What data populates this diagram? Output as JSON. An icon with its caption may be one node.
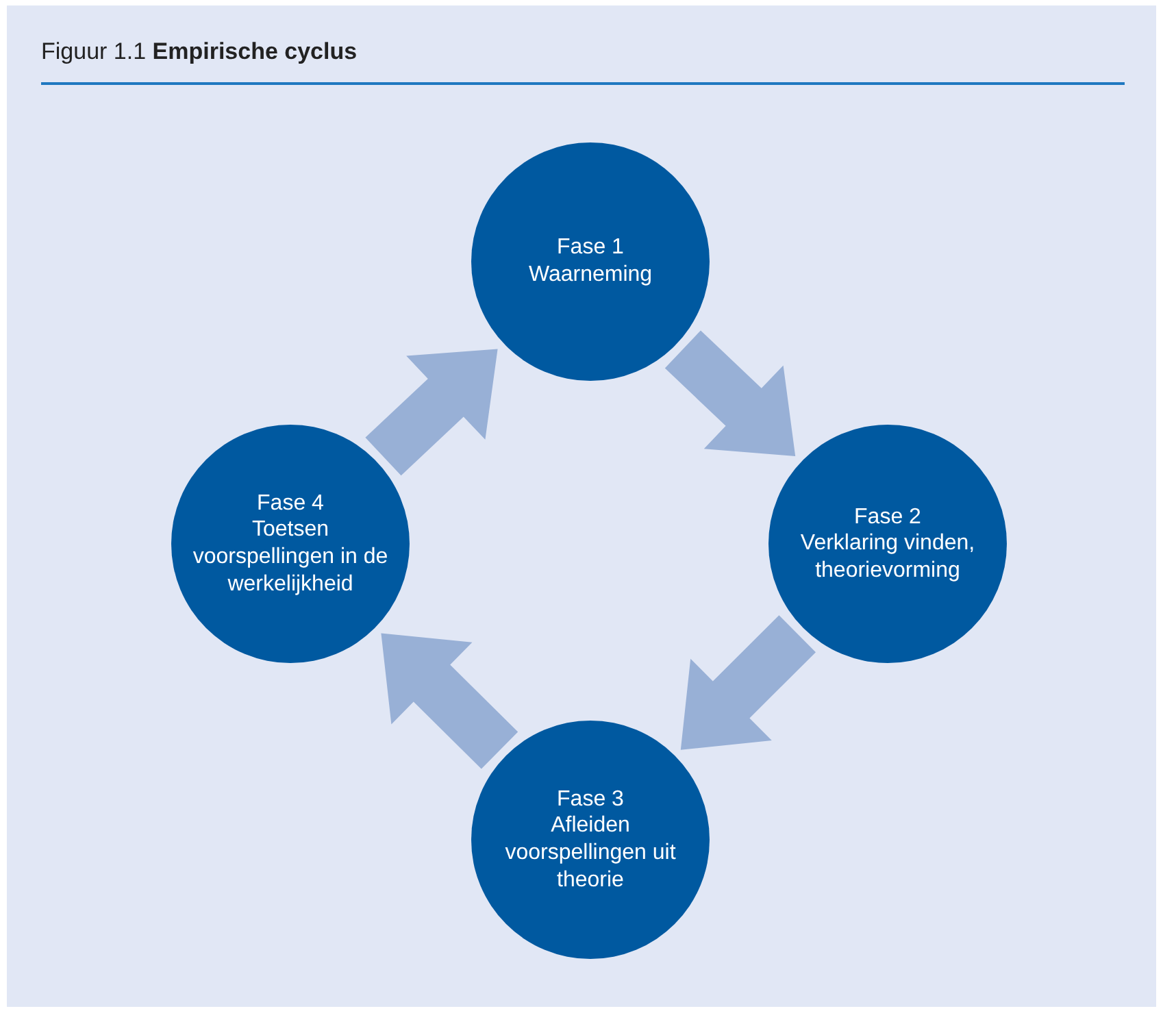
{
  "diagram": {
    "title": "Figuur 1.1 **Empirische cyclus**",
    "nodes": [
      {
        "text": [
          "Fase 1",
          "Waarneming"
        ]
      },
      {
        "text": [
          "Fase 2",
          "Verklaring vinden, theorievorming"
        ]
      },
      {
        "text": [
          "Fase 3",
          "Afleiden voorspellingen uit theorie"
        ]
      },
      {
        "text": [
          "Fase 4",
          "Toetsen voorspellingen in de werkelijkheid"
        ]
      }
    ],
    "edges": [
      {
        "from": 0,
        "to": 1,
        "arrow": "to",
        "style": "thick"
      },
      {
        "from": 1,
        "to": 2,
        "arrow": "to",
        "style": "thick"
      },
      {
        "from": 2,
        "to": 3,
        "arrow": "to",
        "style": "thick"
      },
      {
        "from": 3,
        "to": 0,
        "arrow": "to",
        "style": "thick"
      }
    ]
  }
}
